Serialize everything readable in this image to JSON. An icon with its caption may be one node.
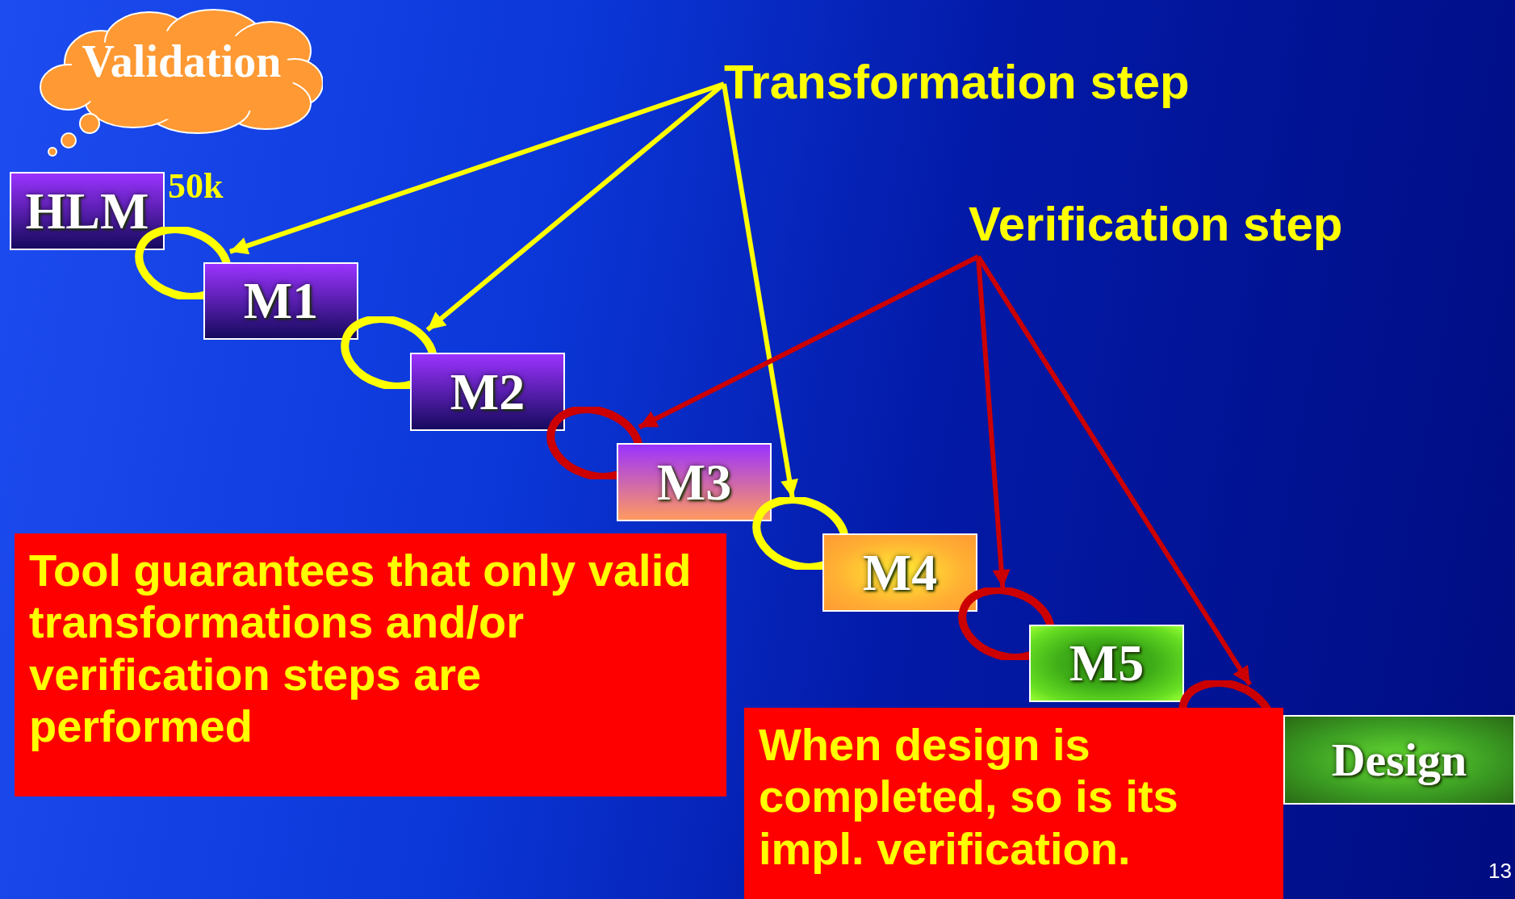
{
  "diagram": {
    "nodes": [
      {
        "text": [
          "Validation"
        ]
      },
      {
        "text": [
          "HLM"
        ],
        "beside": [
          "50k"
        ]
      },
      {
        "text": [
          "M1"
        ]
      },
      {
        "text": [
          "M2"
        ]
      },
      {
        "text": [
          "M3"
        ]
      },
      {
        "text": [
          "M4"
        ]
      },
      {
        "text": [
          "M5"
        ]
      },
      {
        "text": [
          "Design"
        ]
      },
      {
        "text": [
          "Transformation step"
        ]
      },
      {
        "text": [
          "Verification step"
        ]
      },
      {
        "text": [],
        "shape": "circle"
      },
      {
        "text": [],
        "shape": "circle"
      },
      {
        "text": [],
        "shape": "circle"
      },
      {
        "text": [],
        "shape": "circle"
      },
      {
        "text": [],
        "shape": "circle"
      },
      {
        "text": [],
        "shape": "circle"
      },
      {
        "text": [
          "Tool guarantees that only valid transformations and/or verification steps are performed"
        ]
      },
      {
        "text": [
          "When design is completed, so is its impl. verification."
        ]
      }
    ],
    "edges": [
      {
        "from": 8,
        "to": 10,
        "arrow": "to",
        "color": "#ffff00"
      },
      {
        "from": 8,
        "to": 11,
        "arrow": "to",
        "color": "#ffff00"
      },
      {
        "from": 8,
        "to": 13,
        "arrow": "to",
        "color": "#ffff00"
      },
      {
        "from": 9,
        "to": 12,
        "arrow": "to",
        "color": "#cc0000"
      },
      {
        "from": 9,
        "to": 14,
        "arrow": "to",
        "color": "#cc0000"
      },
      {
        "from": 9,
        "to": 15,
        "arrow": "to",
        "color": "#cc0000"
      }
    ],
    "labels": [
      "13"
    ]
  }
}
